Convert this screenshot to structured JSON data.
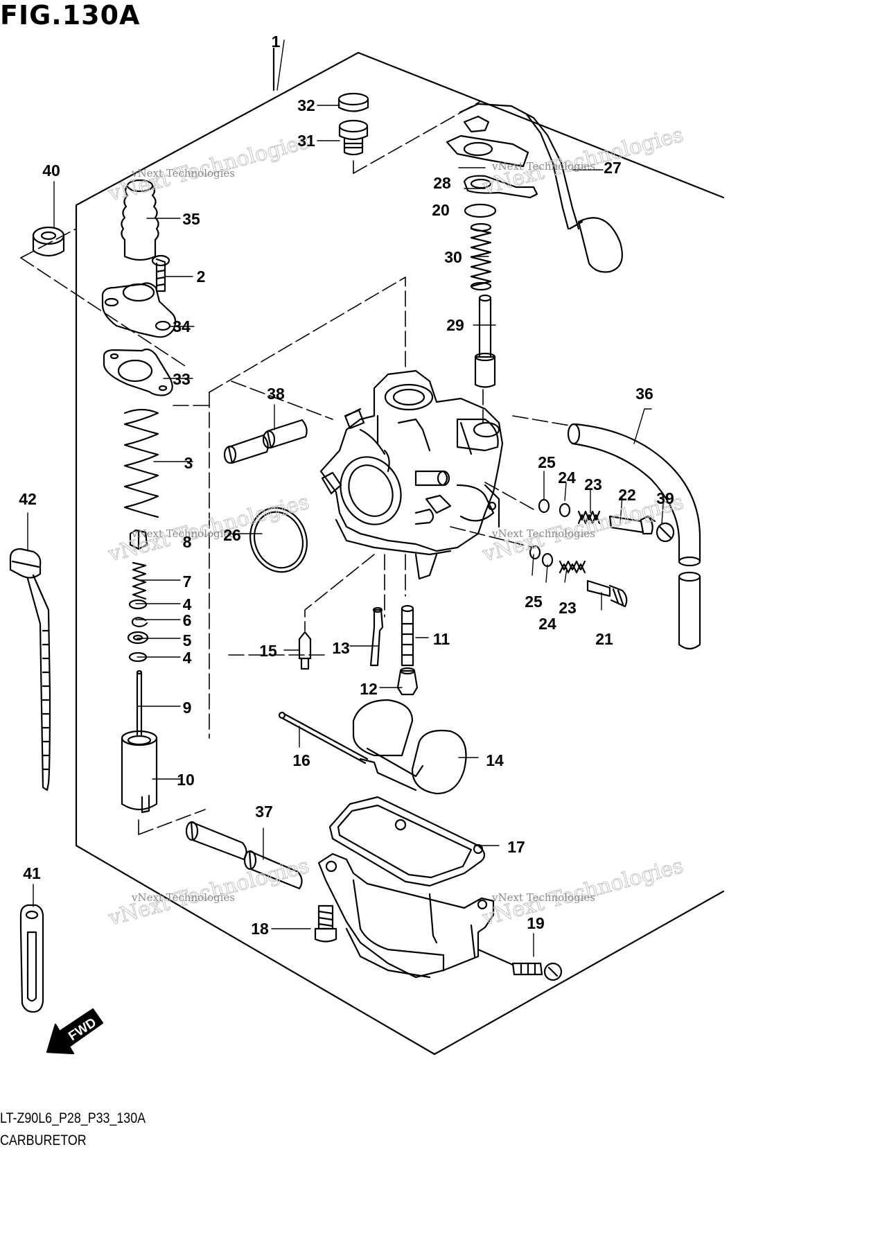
{
  "figure": {
    "title": "FIG.130A",
    "code": "LT-Z90L6_P28_P33_130A",
    "name": "CARBURETOR"
  },
  "watermark": {
    "line1": "vNext Technologies",
    "line2": "vNext Technologies"
  },
  "fwd_label": "FWD",
  "part_labels": [
    "1",
    "2",
    "3",
    "4",
    "4",
    "5",
    "6",
    "7",
    "8",
    "9",
    "10",
    "11",
    "12",
    "13",
    "14",
    "15",
    "16",
    "17",
    "18",
    "19",
    "20",
    "21",
    "22",
    "23",
    "23",
    "24",
    "24",
    "25",
    "25",
    "26",
    "27",
    "28",
    "29",
    "30",
    "31",
    "32",
    "33",
    "34",
    "35",
    "36",
    "37",
    "38",
    "39",
    "40",
    "41",
    "42"
  ]
}
